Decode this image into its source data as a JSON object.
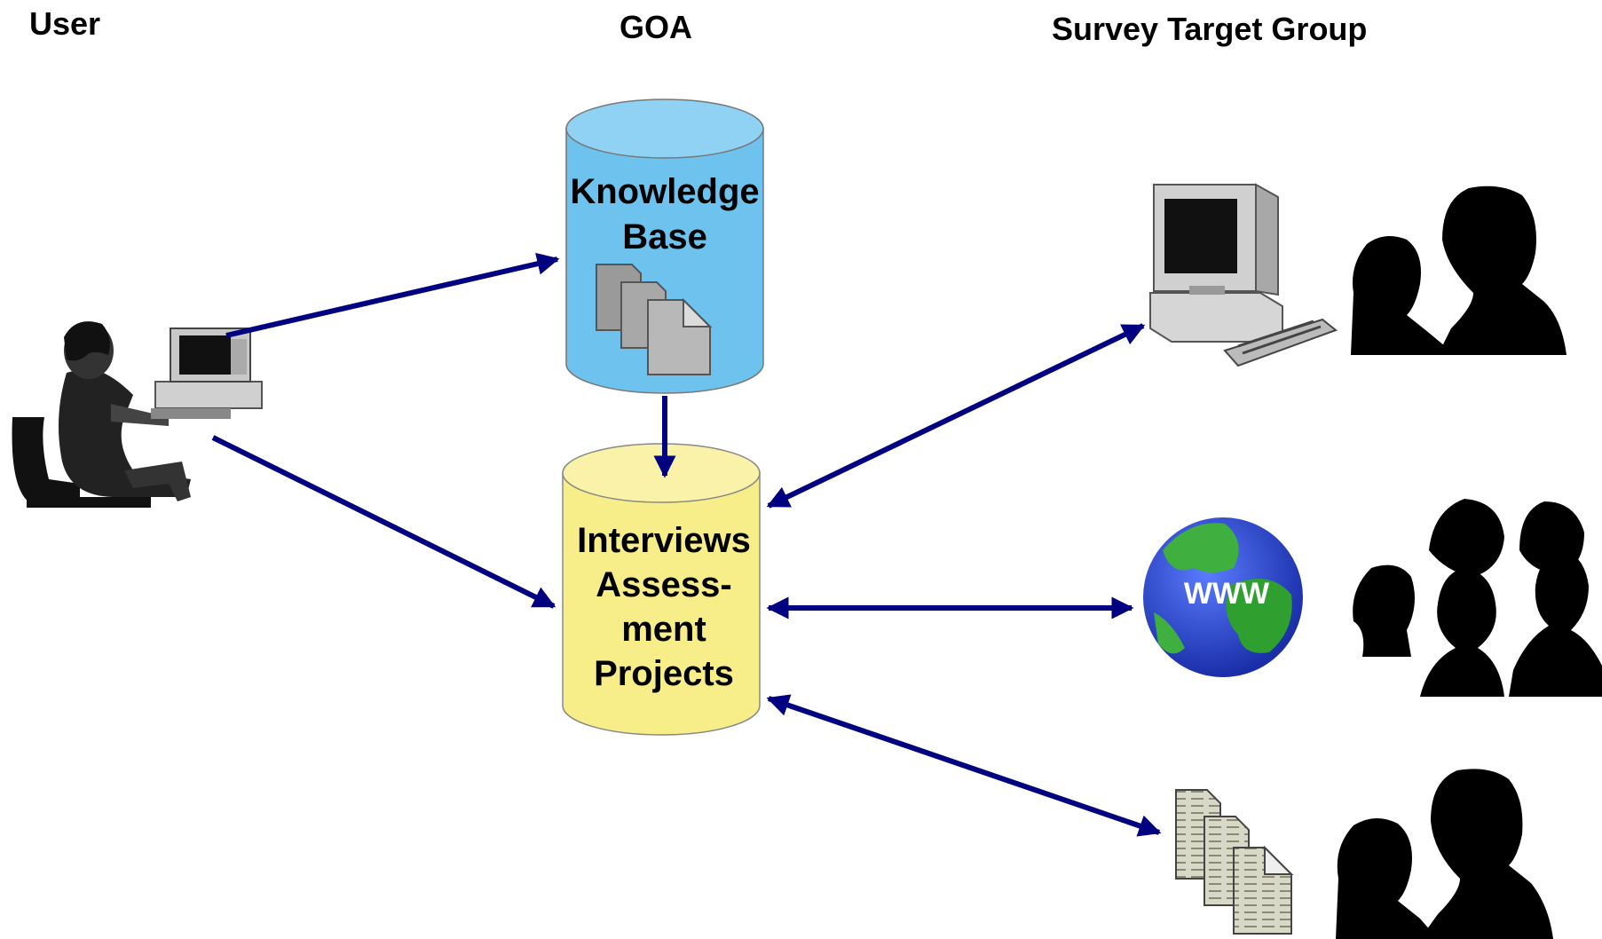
{
  "headers": {
    "user": "User",
    "goa": "GOA",
    "survey": "Survey Target Group"
  },
  "knowledge_base": {
    "line1": "Knowledge",
    "line2": "Base",
    "color": "#6ec3ee"
  },
  "projects_db": {
    "line1": "Interviews",
    "line2": "Assess-",
    "line3": "ment",
    "line4": "Projects",
    "color": "#f7ee8a"
  },
  "globe": {
    "label": "WWW"
  },
  "arrow_color": "#000080",
  "icons": {
    "user": "person-at-computer-icon",
    "kb_docs": "documents-icon",
    "computer": "desktop-computer-icon",
    "web": "globe-www-icon",
    "paper": "paper-documents-icon",
    "people": "people-silhouette-icon"
  }
}
